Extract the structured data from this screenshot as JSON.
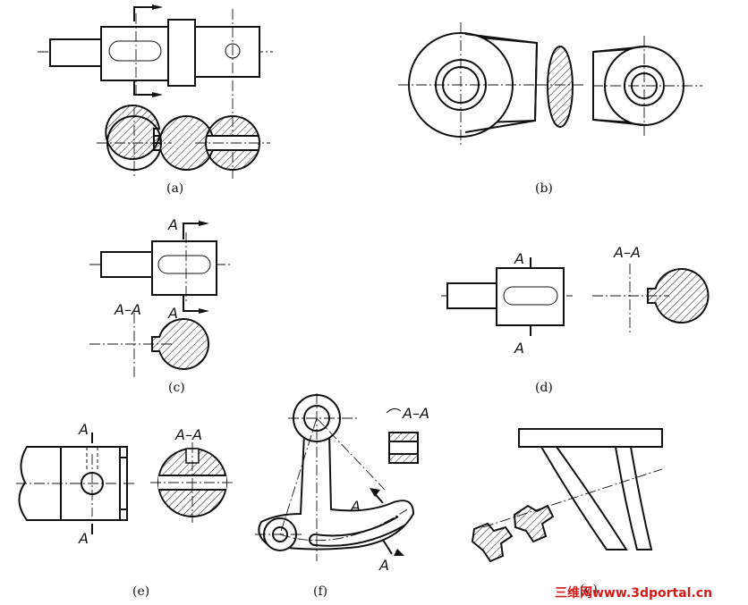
{
  "captions": {
    "a": "(a)",
    "b": "(b)",
    "c": "(c)",
    "d": "(d)",
    "e": "(e)",
    "f": "(f)",
    "g": "(g)"
  },
  "labels": {
    "c_top": "A",
    "c_bottom": "A",
    "c_section": "A–A",
    "d_top": "A",
    "d_bottom": "A",
    "d_section": "A–A",
    "e_top": "A",
    "e_bottom": "A",
    "e_section": "A–A",
    "f_section": "A–A",
    "f_cut_upper": "A",
    "f_cut_lower": "A"
  },
  "watermark": "三维网www.3dportal.cn",
  "colors": {
    "line": "#111111",
    "watermark": "#d11a1a",
    "background": "#ffffff"
  }
}
